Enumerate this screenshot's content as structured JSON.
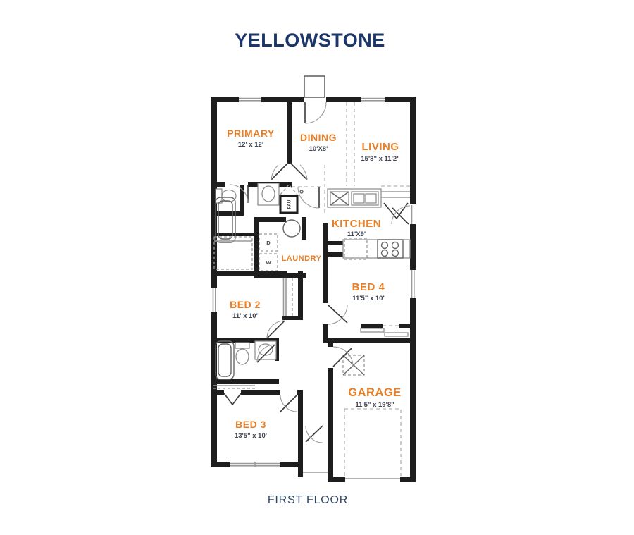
{
  "title": "YELLOWSTONE",
  "footer": "FIRST FLOOR",
  "colors": {
    "accent_orange": "#E87E25",
    "title_navy": "#1B3668",
    "wall": "#1E1E1E"
  },
  "rooms": [
    {
      "name": "PRIMARY",
      "dims": "12' x 12'"
    },
    {
      "name": "DINING",
      "dims": "10'X8'"
    },
    {
      "name": "LIVING",
      "dims": "15'8\" x 11'2\""
    },
    {
      "name": "KITCHEN",
      "dims": "11'X9'"
    },
    {
      "name": "LAUNDRY",
      "dims": ""
    },
    {
      "name": "BED 2",
      "dims": "11' x 10'"
    },
    {
      "name": "BED 4",
      "dims": "11'5\" x 10'"
    },
    {
      "name": "BED 3",
      "dims": "13'5\" x 10'"
    },
    {
      "name": "GARAGE",
      "dims": "11'5\" x 19'8\""
    }
  ],
  "fixtures": {
    "fau": "FAU",
    "dryer": "D",
    "washer": "W"
  }
}
